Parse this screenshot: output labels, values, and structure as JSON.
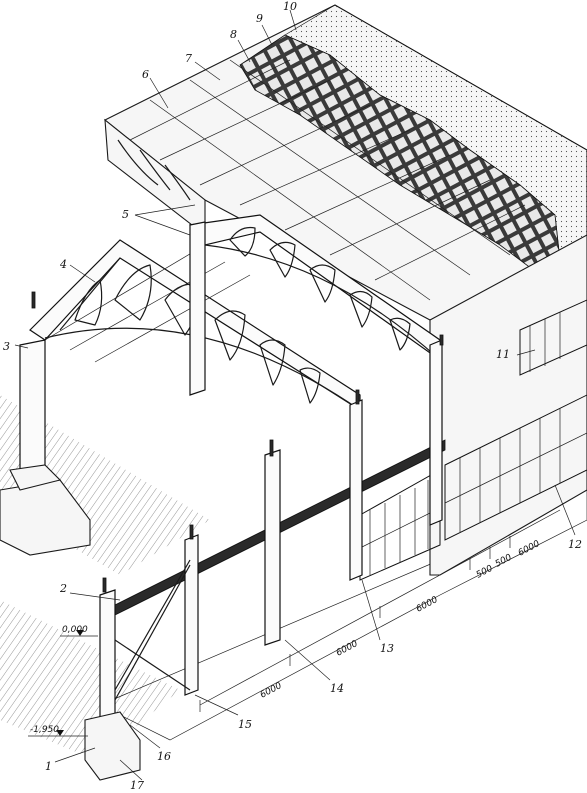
{
  "figure": {
    "callouts": [
      "1",
      "2",
      "3",
      "4",
      "5",
      "6",
      "7",
      "8",
      "9",
      "10",
      "11",
      "12",
      "13",
      "14",
      "15",
      "16",
      "17"
    ],
    "levels": {
      "zero": "0,000",
      "foundation": "-1,950"
    },
    "dimensions": {
      "span_a": "6000",
      "span_b": "6000",
      "span_c": "6000",
      "span_d": "500",
      "span_e": "500",
      "span_f": "6000"
    }
  }
}
